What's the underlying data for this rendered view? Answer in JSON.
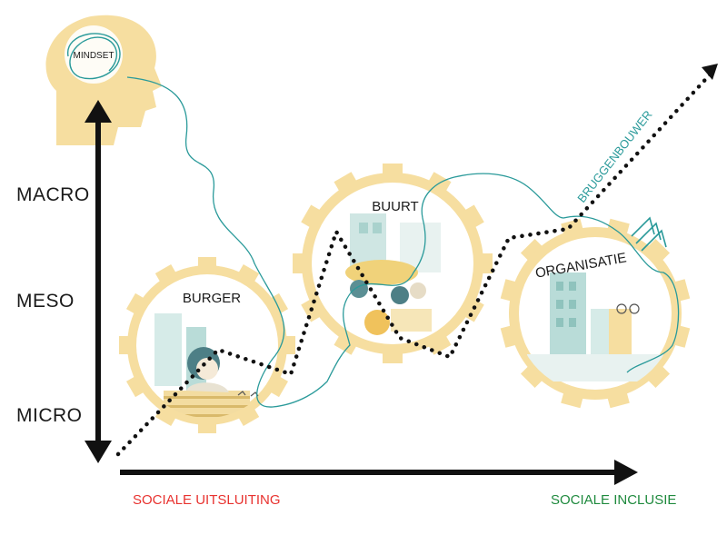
{
  "diagram": {
    "mindset_label": "MINDSET",
    "levels": {
      "macro": "MACRO",
      "meso": "MESO",
      "micro": "MICRO"
    },
    "gears": {
      "burger": "BURGER",
      "buurt": "BUURT",
      "organisatie": "ORGANISATIE"
    },
    "path_label": "BRUGGENBOUWER",
    "axis": {
      "start_label": "SOCIALE UITSLUITING",
      "end_label": "SOCIALE INCLUSIE"
    },
    "colors": {
      "gear": "#f6dea0",
      "gear_inner": "#fbeecb",
      "thread": "#2a9a9a",
      "arrow": "#111111",
      "start_label": "#e8322f",
      "end_label": "#1f8a3e",
      "bridge_label": "#2a9a9a"
    }
  }
}
